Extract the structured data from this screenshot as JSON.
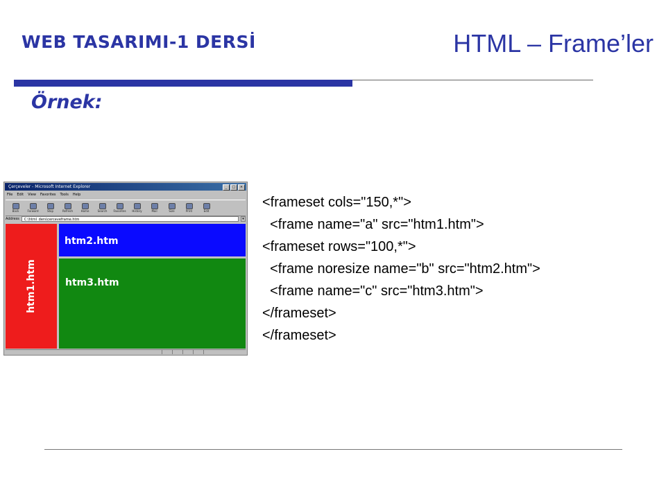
{
  "header": {
    "course": "WEB TASARIMI-1 DERSİ",
    "topic": "HTML – Frame’ler",
    "accent_color": "#2b35a4"
  },
  "subtitle": "Örnek:",
  "browser": {
    "window_title": "Çerçeveler - Microsoft Internet Explorer",
    "window_buttons": [
      "_",
      "□",
      "×"
    ],
    "menu": [
      "File",
      "Edit",
      "View",
      "Favorites",
      "Tools",
      "Help"
    ],
    "toolbar": [
      {
        "label": "Back",
        "icon": "back-arrow-icon"
      },
      {
        "label": "Forward",
        "icon": "forward-arrow-icon"
      },
      {
        "label": "Stop",
        "icon": "stop-icon"
      },
      {
        "label": "Refresh",
        "icon": "refresh-icon"
      },
      {
        "label": "Home",
        "icon": "home-icon"
      },
      {
        "label": "Search",
        "icon": "search-icon"
      },
      {
        "label": "Favorites",
        "icon": "favorites-icon"
      },
      {
        "label": "History",
        "icon": "history-icon"
      },
      {
        "label": "Mail",
        "icon": "mail-icon"
      },
      {
        "label": "Size",
        "icon": "size-icon"
      },
      {
        "label": "Print",
        "icon": "print-icon"
      },
      {
        "label": "Edit",
        "icon": "edit-icon"
      }
    ],
    "address_label": "Address",
    "address_value": "C:\\html_ders\\cerceveframe.htm",
    "frames": {
      "a": {
        "label": "htm1.htm",
        "color": "#ee1c1c"
      },
      "b": {
        "label": "htm2.htm",
        "color": "#0a0aff"
      },
      "c": {
        "label": "htm3.htm",
        "color": "#118811"
      }
    }
  },
  "code_lines": [
    "<frameset cols=\"150,*\">",
    "  <frame name=\"a\" src=\"htm1.htm\">",
    "<frameset rows=\"100,*\">",
    "  <frame noresize name=\"b\" src=\"htm2.htm\">",
    "  <frame name=\"c\" src=\"htm3.htm\">",
    "</frameset>",
    "</frameset>"
  ]
}
